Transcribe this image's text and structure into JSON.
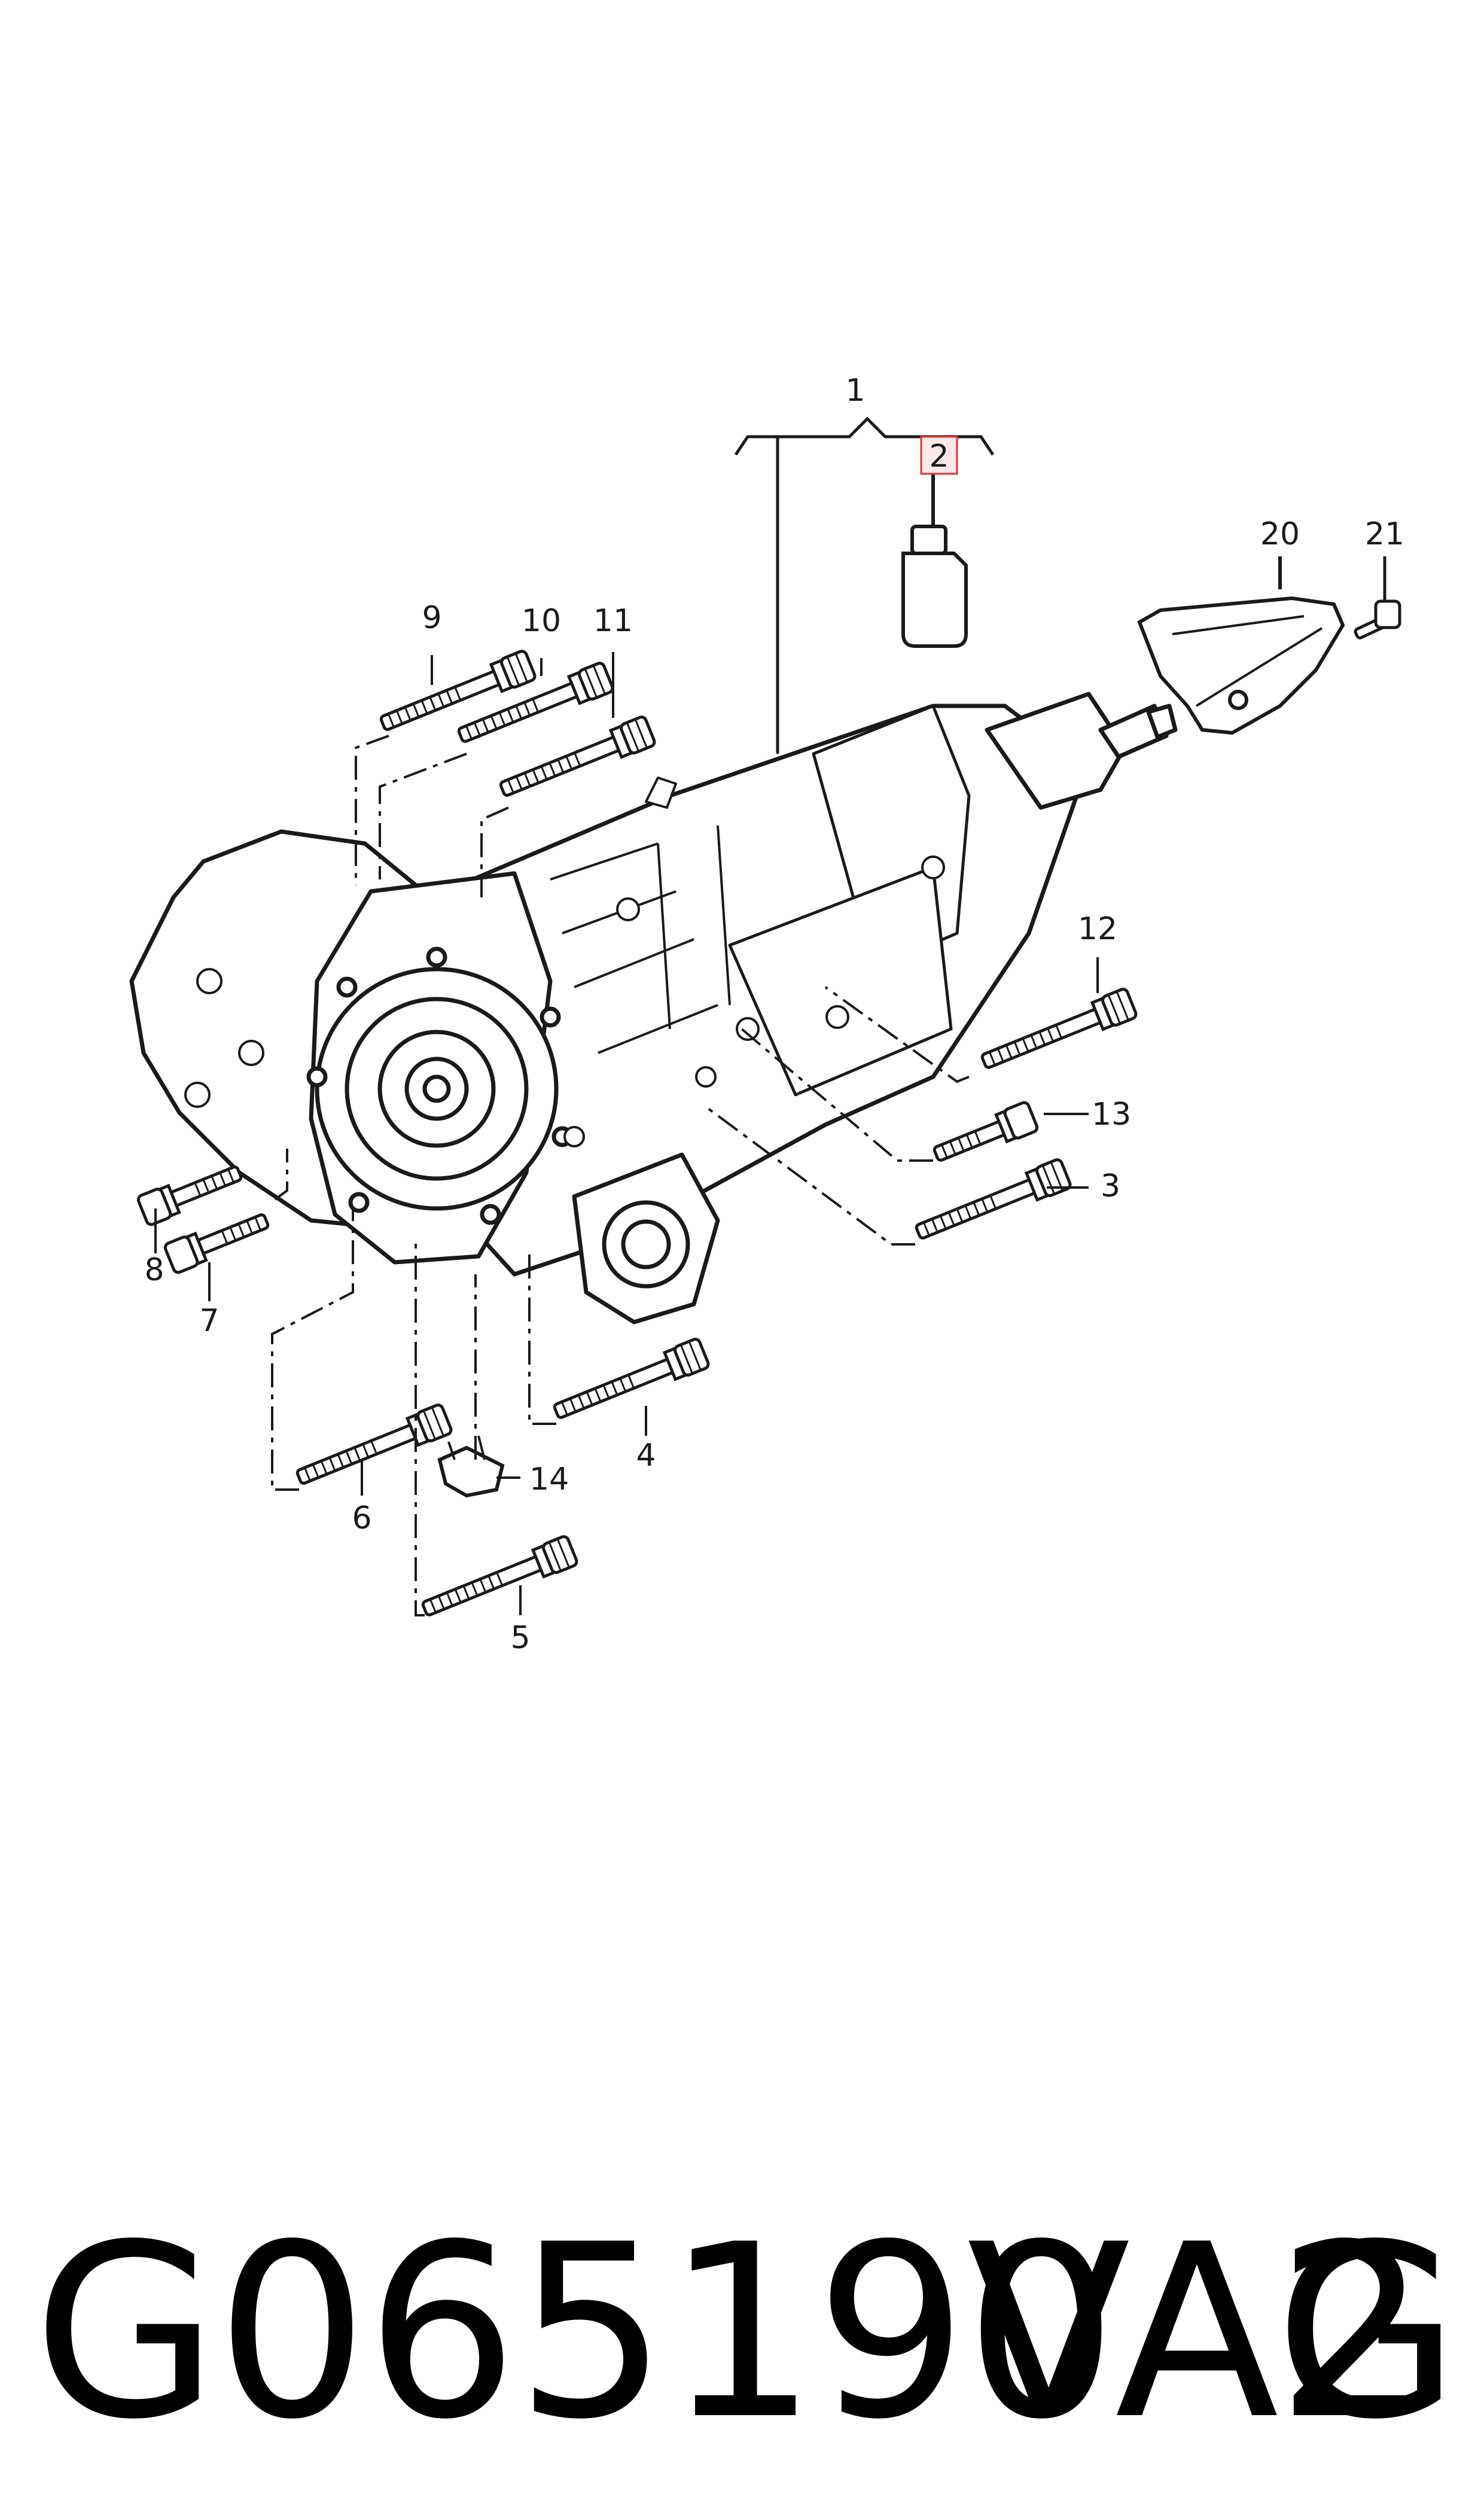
{
  "diagram": {
    "callouts": [
      {
        "id": "1",
        "label": "1"
      },
      {
        "id": "2",
        "label": "2",
        "highlighted": true,
        "highlight_color": "#e8303a"
      },
      {
        "id": "3",
        "label": "3"
      },
      {
        "id": "4",
        "label": "4"
      },
      {
        "id": "5",
        "label": "5"
      },
      {
        "id": "6",
        "label": "6"
      },
      {
        "id": "7",
        "label": "7"
      },
      {
        "id": "8",
        "label": "8"
      },
      {
        "id": "9",
        "label": "9"
      },
      {
        "id": "10",
        "label": "10"
      },
      {
        "id": "11",
        "label": "11"
      },
      {
        "id": "12",
        "label": "12"
      },
      {
        "id": "13",
        "label": "13"
      },
      {
        "id": "14",
        "label": "14"
      },
      {
        "id": "20",
        "label": "20"
      },
      {
        "id": "21",
        "label": "21"
      }
    ]
  },
  "footer": {
    "part_code": "G065190A2",
    "brand": "VAG"
  },
  "colors": {
    "line": "#1a1a1a",
    "background": "#ffffff",
    "highlight": "#e8303a"
  }
}
